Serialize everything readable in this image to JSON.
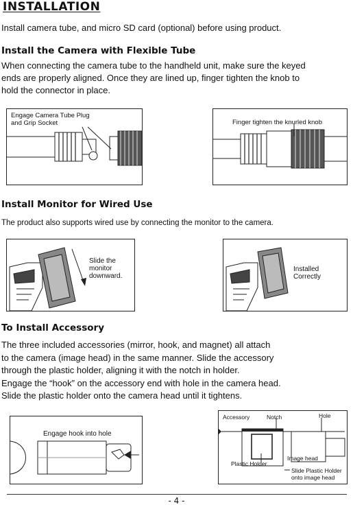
{
  "title": "INSTALLATION",
  "intro": "Install  camera tube, and micro SD card (optional) before using product.",
  "section1": {
    "heading": "Install the Camera with Flexible Tube",
    "body": [
      "When connecting the camera tube to the handheld unit, make sure the keyed",
      "ends are properly aligned. Once they are lined up, finger tighten the knob to",
      "hold the connector in place."
    ],
    "fig1_label": [
      "Engage Camera Tube Plug",
      "and Grip Socket"
    ],
    "fig2_label": "Finger tighten the knurled knob"
  },
  "section2": {
    "heading": "Install Monitor for Wired Use",
    "body": "The product also supports wired use by connecting the monitor to the camera.",
    "fig3_label": [
      "Slide the",
      "monitor",
      "downward."
    ],
    "fig4_label": [
      "Installed",
      "Correctly"
    ]
  },
  "section3": {
    "heading": "To Install Accessory",
    "body": [
      "The three included accessories (mirror, hook, and magnet) all attach",
      "to the camera (image head) in the same manner.  Slide the accessory",
      "through the plastic holder, aligning it with the notch in holder.",
      "Engage the “hook” on the accessory end with hole in the camera head.",
      "Slide the plastic holder onto the camera head until it tightens."
    ],
    "fig5_label": "Engage hook into hole",
    "fig6": {
      "accessory": "Accessory",
      "notch": "Notch",
      "hole": "Hole",
      "plastic_holder": "Plastic Holder",
      "image_head": "Image head",
      "slide": [
        "Slide Plastic Holder",
        "onto image head"
      ]
    }
  },
  "page_number": "- 4 -"
}
